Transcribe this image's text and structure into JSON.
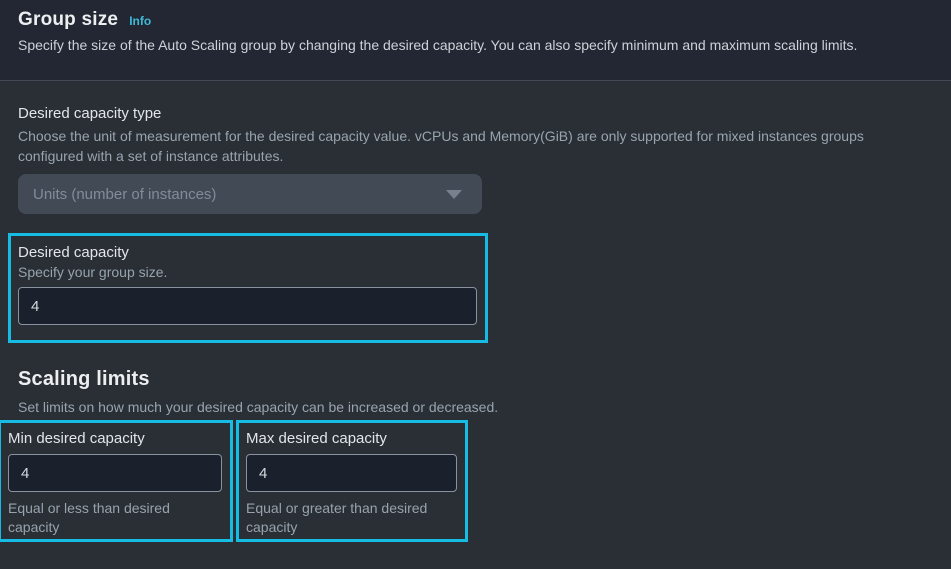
{
  "header": {
    "title": "Group size",
    "info_label": "Info",
    "description": "Specify the size of the Auto Scaling group by changing the desired capacity. You can also specify minimum and maximum scaling limits."
  },
  "capacity_type": {
    "label": "Desired capacity type",
    "description": "Choose the unit of measurement for the desired capacity value. vCPUs and Memory(GiB) are only supported for mixed instances groups configured with a set of instance attributes.",
    "selected_option": "Units (number of instances)"
  },
  "desired_capacity": {
    "label": "Desired capacity",
    "helper": "Specify your group size.",
    "value": "4"
  },
  "scaling_limits": {
    "title": "Scaling limits",
    "description": "Set limits on how much your desired capacity can be increased or decreased.",
    "min": {
      "label": "Min desired capacity",
      "value": "4",
      "helper": "Equal or less than desired capacity"
    },
    "max": {
      "label": "Max desired capacity",
      "value": "4",
      "helper": "Equal or greater than desired capacity"
    }
  },
  "colors": {
    "spotlight_border": "#17bce4",
    "info_link": "#3fb9d6",
    "header_background": "#222733",
    "body_background": "#2a2e35",
    "input_background": "#1a212c",
    "disabled_select_background": "#424a56"
  }
}
